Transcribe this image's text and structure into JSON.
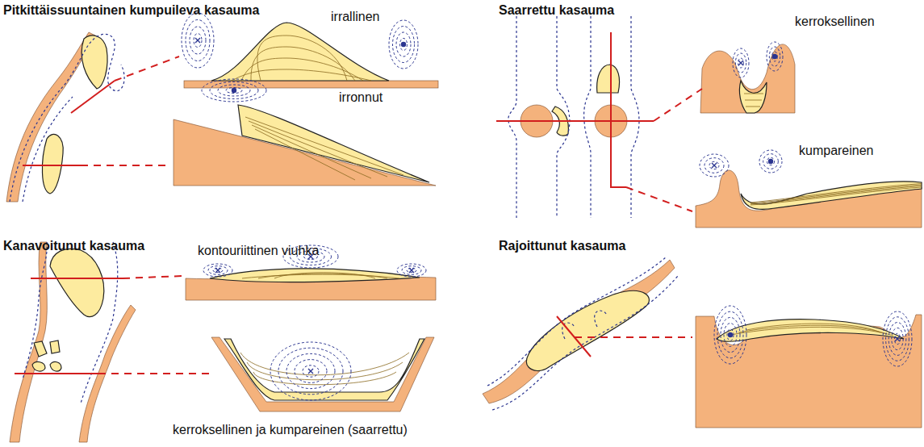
{
  "diagram": {
    "labels": [
      "Pitkittäissuuntainen kumpuileva kasauma",
      "irrallinen",
      "irronnut",
      "Saarrettu kasauma",
      "kerroksellinen",
      "kumpareinen",
      "Kanavoitunut kasauma",
      "kontouriittinen viuhka",
      "kerroksellinen ja kumpareinen (saarrettu)",
      "Rajoittunut kasauma"
    ]
  }
}
